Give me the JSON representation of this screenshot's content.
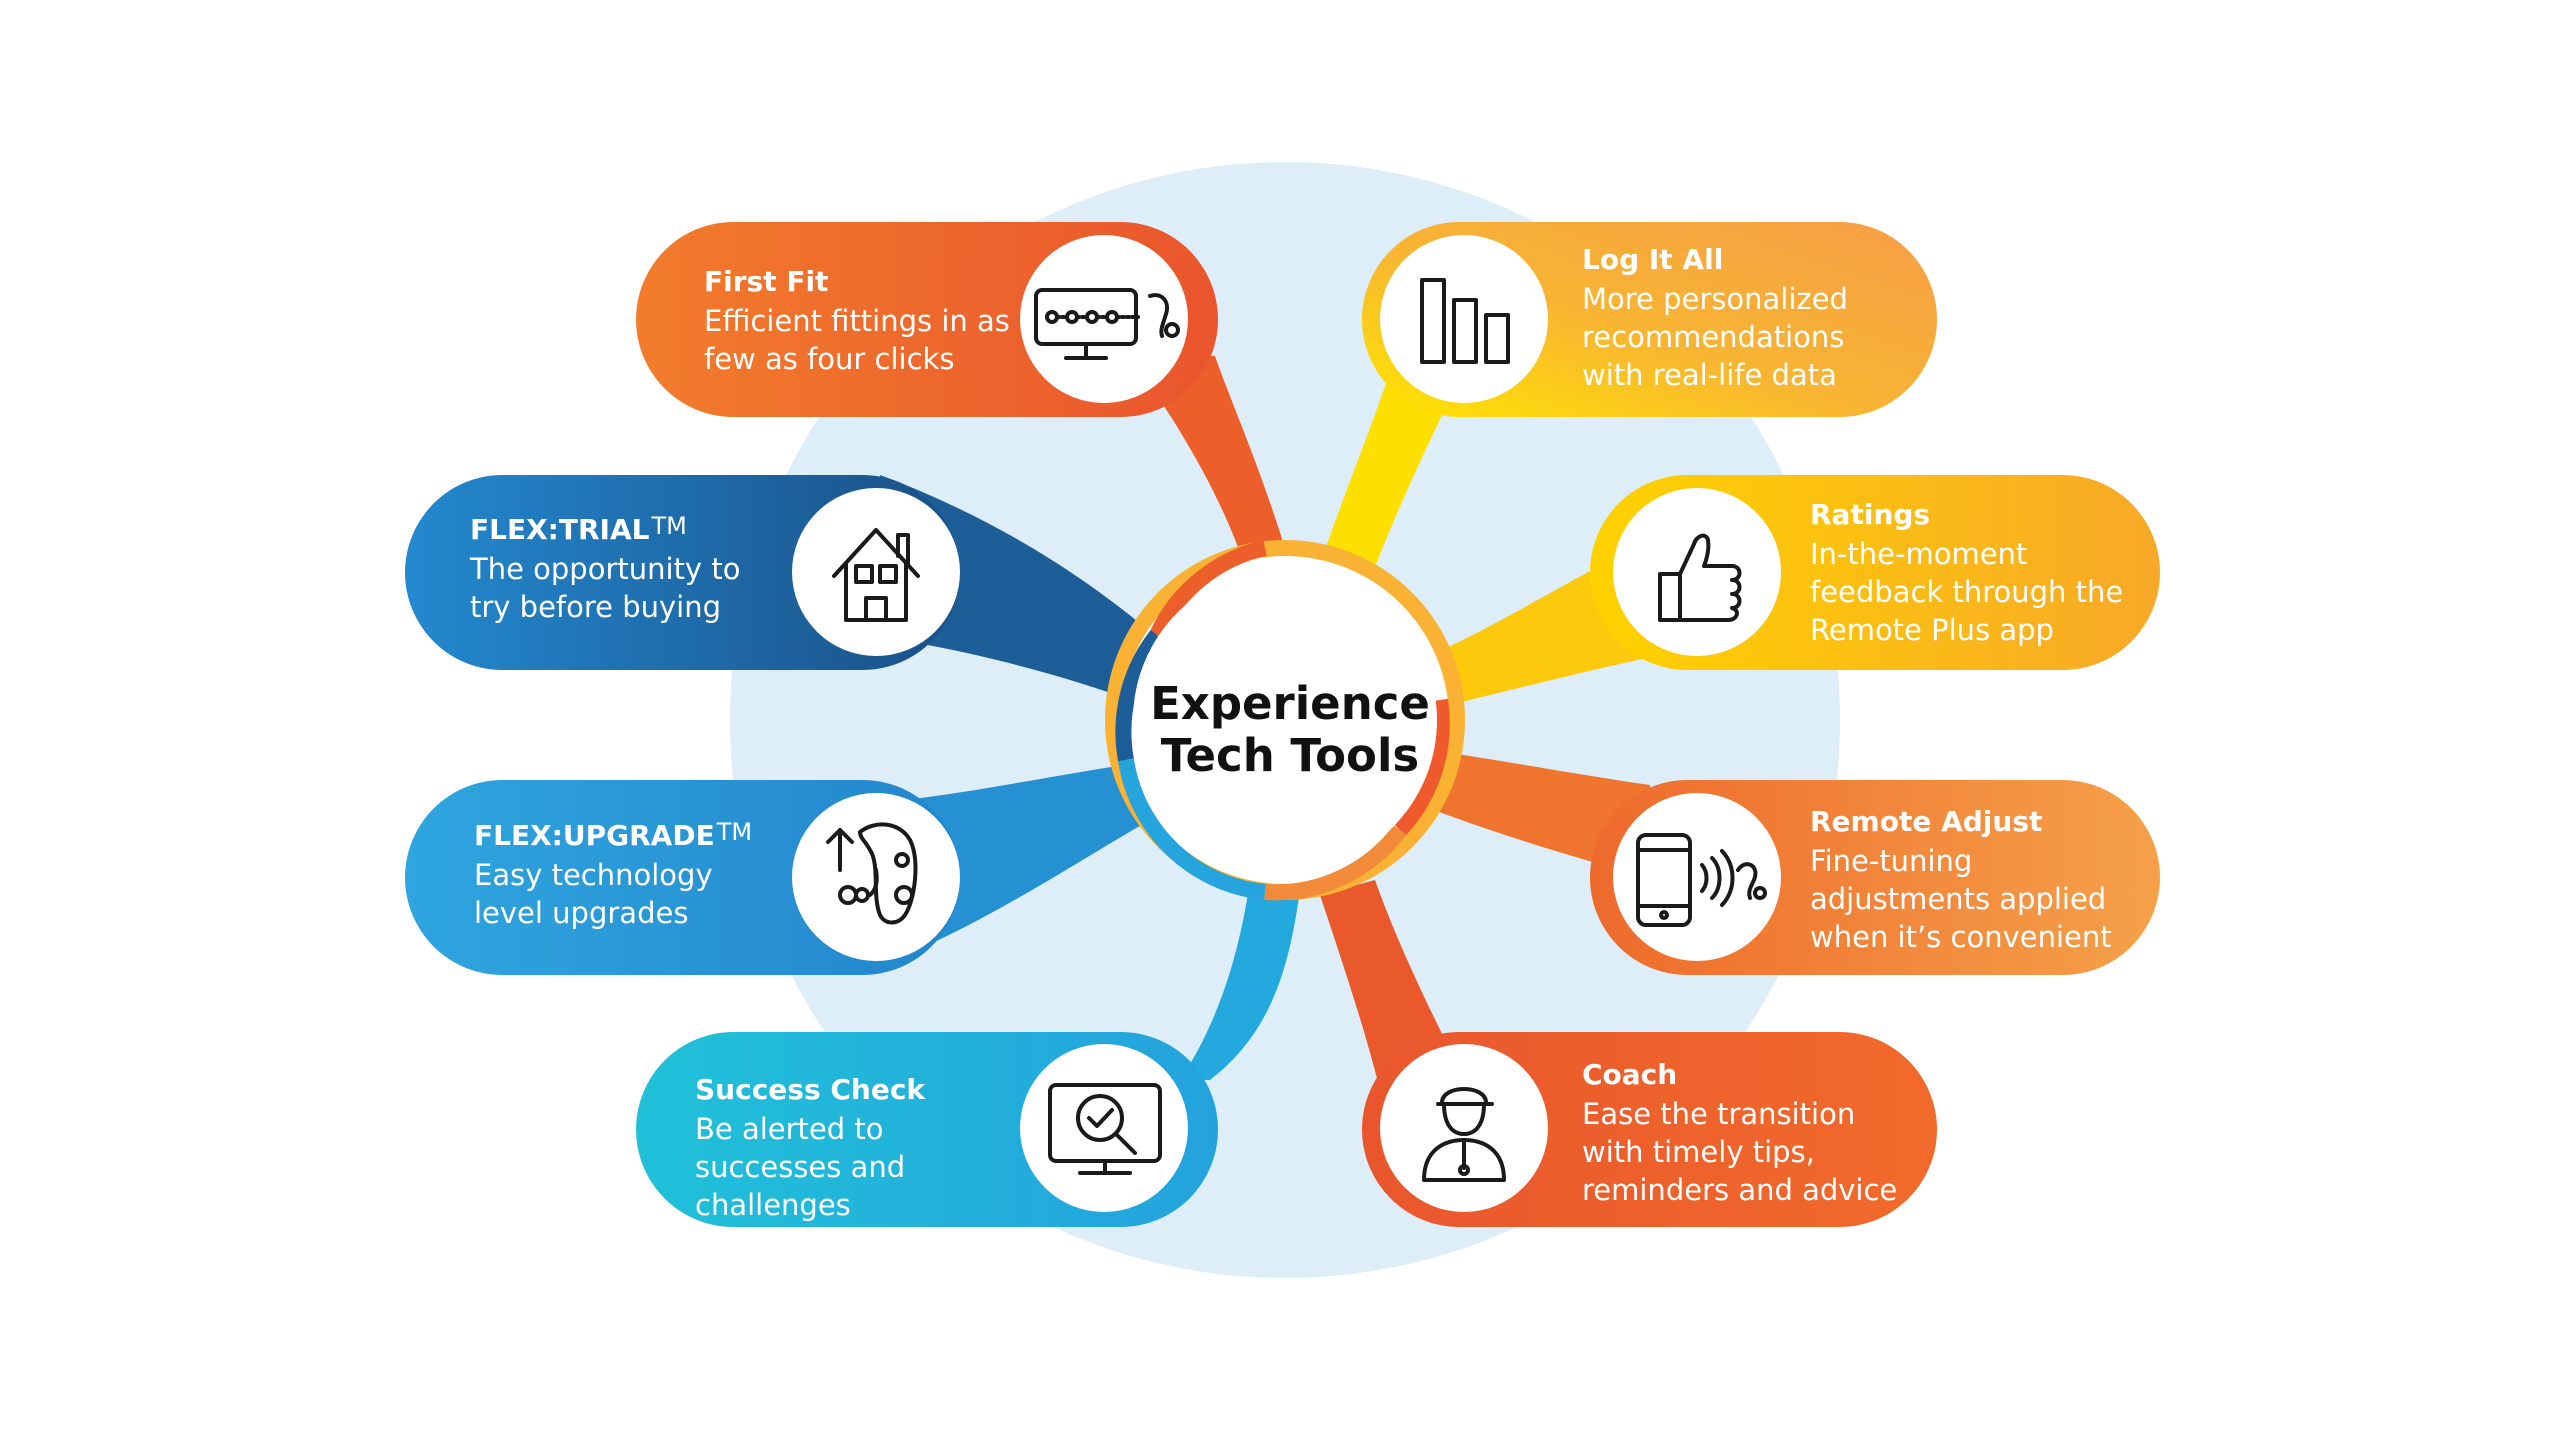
{
  "hub": {
    "title": "Experience Tech Tools"
  },
  "tools": [
    {
      "id": "first-fit",
      "title": "First Fit",
      "tm": "",
      "description": "Efficient fittings in as few as four clicks",
      "icon": "monitor-hearing-aid-icon",
      "color": "#ee6a2a"
    },
    {
      "id": "flex-trial",
      "title": "FLEX:TRIAL",
      "tm": "TM",
      "description": "The opportunity to try before buying",
      "icon": "house-icon",
      "color": "#1f7fc3"
    },
    {
      "id": "flex-upgrade",
      "title": "FLEX:UPGRADE",
      "tm": "TM",
      "description": "Easy technology level upgrades",
      "icon": "hearing-aid-upgrade-icon",
      "color": "#2a9ad7"
    },
    {
      "id": "success-check",
      "title": "Success Check",
      "tm": "",
      "description": "Be alerted to successes and challenges",
      "icon": "monitor-check-icon",
      "color": "#1fb9d8"
    },
    {
      "id": "log-it-all",
      "title": "Log It All",
      "tm": "",
      "description": "More personalized recommendations with real-life data",
      "icon": "bar-chart-icon",
      "color": "#f5a53c"
    },
    {
      "id": "ratings",
      "title": "Ratings",
      "tm": "",
      "description": "In-the-moment feedback through the Remote Plus app",
      "icon": "thumbs-up-icon",
      "color": "#f9b233"
    },
    {
      "id": "remote-adjust",
      "title": "Remote Adjust",
      "tm": "",
      "description": "Fine-tuning adjustments applied when it’s convenient",
      "icon": "phone-signal-icon",
      "color": "#f28c3c"
    },
    {
      "id": "coach",
      "title": "Coach",
      "tm": "",
      "description": "Ease the transition with timely tips, reminders and advice",
      "icon": "coach-icon",
      "color": "#ee6a2a"
    }
  ]
}
